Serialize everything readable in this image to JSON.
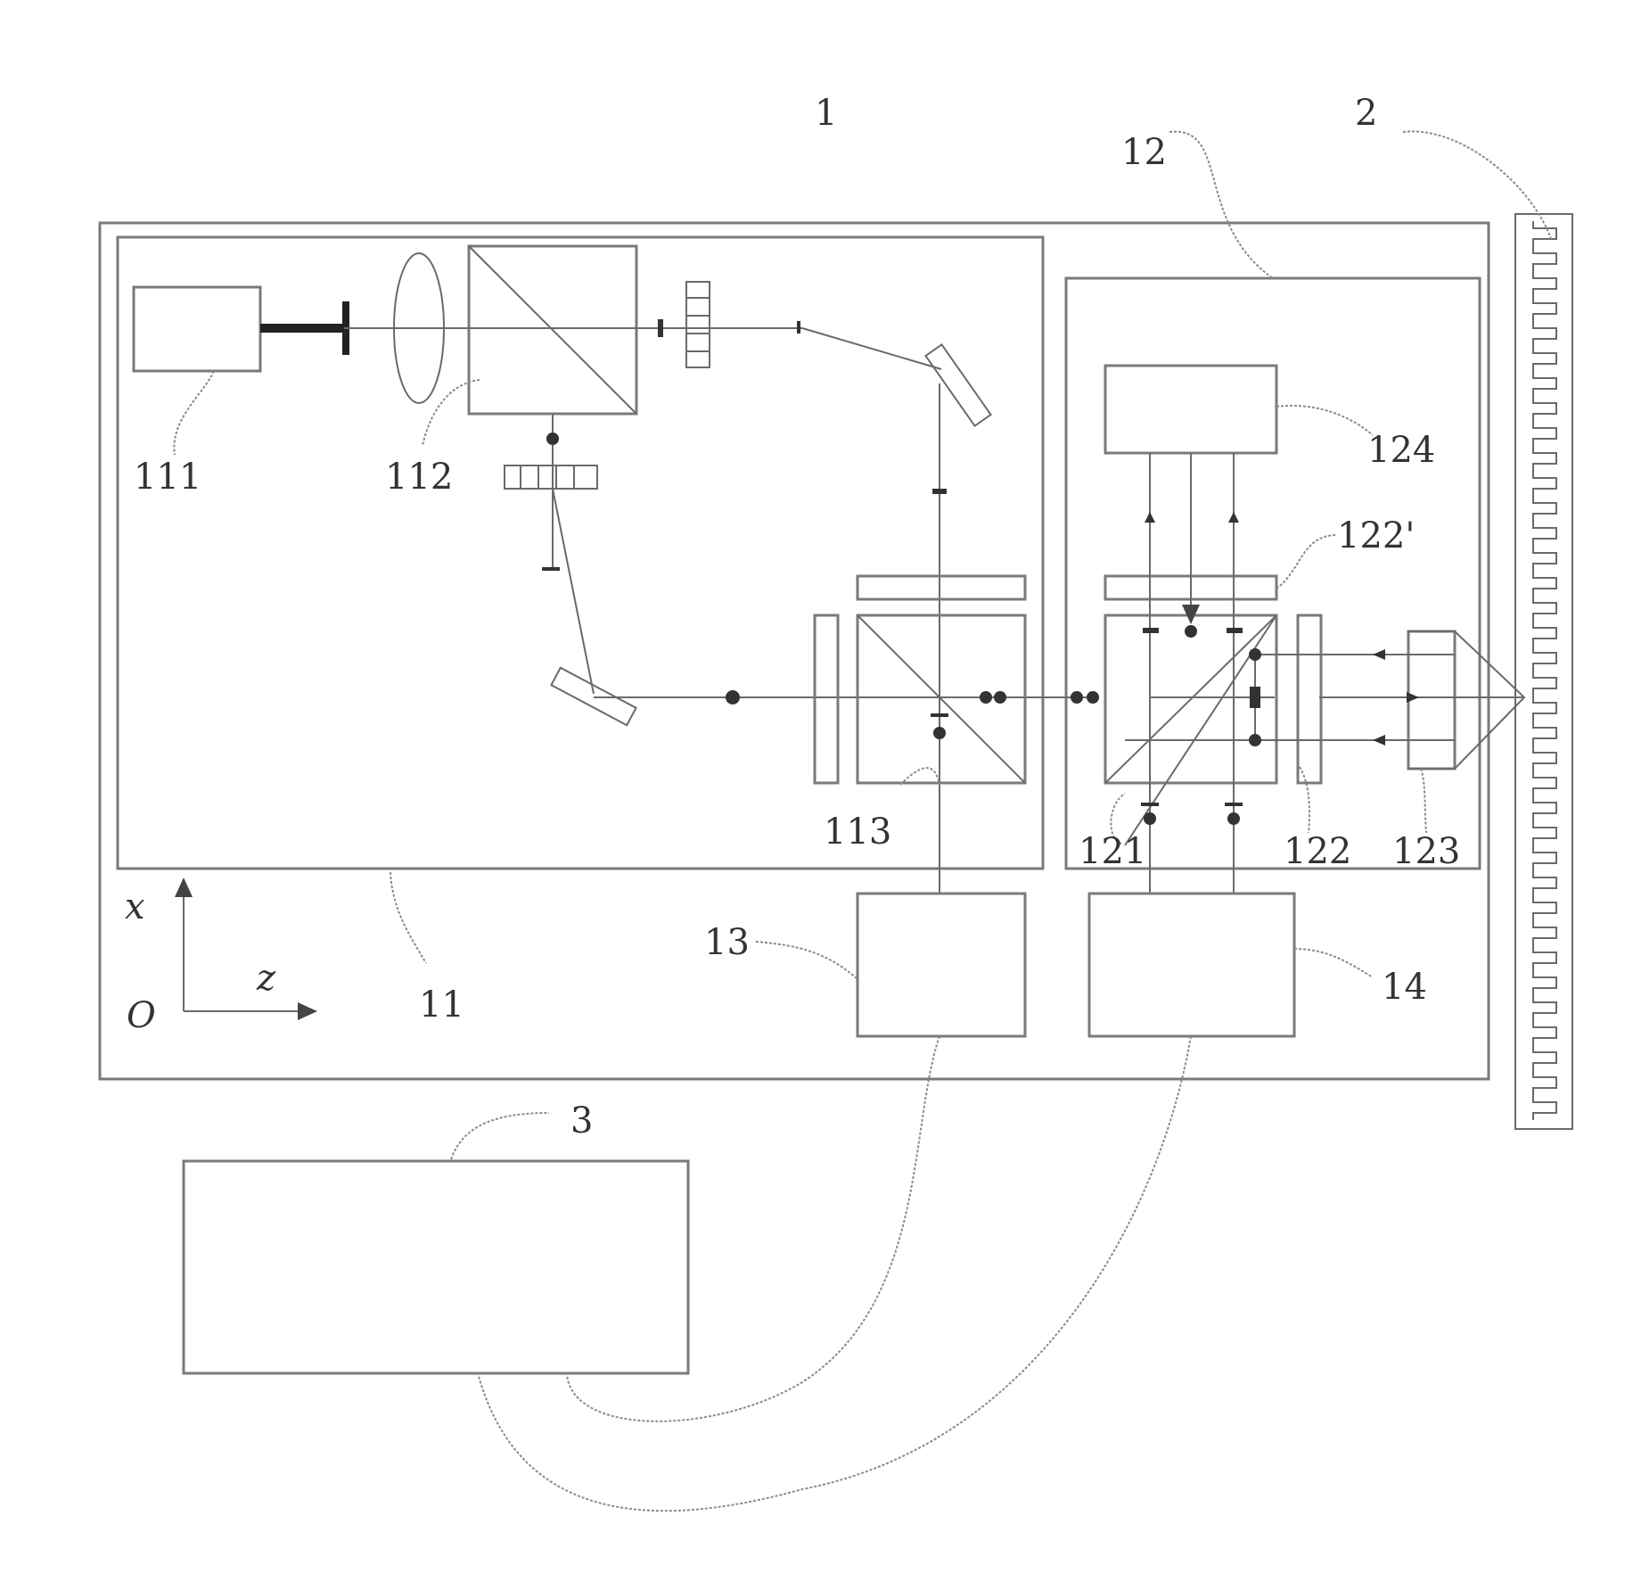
{
  "labels": {
    "system": "1",
    "grating": "2",
    "computer": "3",
    "module_11": "11",
    "module_12": "12",
    "box_13": "13",
    "box_14": "14",
    "laser_111": "111",
    "lens_112": "112",
    "pbs_113": "113",
    "pbs_121": "121",
    "waveplate_122": "122",
    "waveplate_122p": "122'",
    "prism_123": "123",
    "detector_124": "124"
  },
  "axes": {
    "x": "x",
    "z": "z",
    "origin": "O"
  }
}
